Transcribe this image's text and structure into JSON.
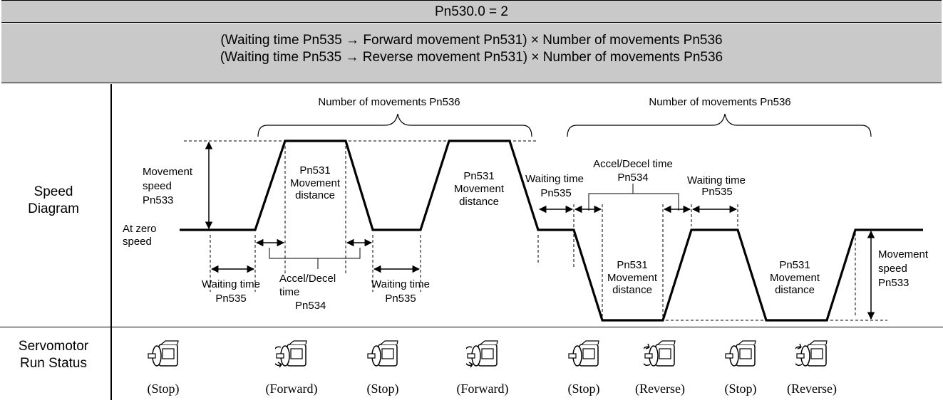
{
  "header": {
    "param": "Pn530.0 = 2",
    "line1": "(Waiting time Pn535 → Forward movement Pn531) × Number of movements Pn536",
    "line2": "(Waiting time Pn535 → Reverse movement Pn531) × Number of movements Pn536"
  },
  "rows": {
    "speed_line1": "Speed",
    "speed_line2": "Diagram",
    "run_line1": "Servomotor",
    "run_line2": "Run Status"
  },
  "labels": {
    "num_moves": "Number of movements Pn536",
    "movement": "Movement",
    "speed": "speed",
    "pn533": "Pn533",
    "at_zero": "At zero",
    "pn531": "Pn531",
    "distance": "distance",
    "waiting_time": "Waiting time",
    "pn535": "Pn535",
    "accel_decel": "Accel/Decel",
    "time": "time",
    "accel_decel_time": "Accel/Decel time",
    "pn534": "Pn534"
  },
  "statuses": [
    "(Stop)",
    "(Forward)",
    "(Stop)",
    "(Forward)",
    "(Stop)",
    "(Reverse)",
    "(Stop)",
    "(Reverse)"
  ]
}
